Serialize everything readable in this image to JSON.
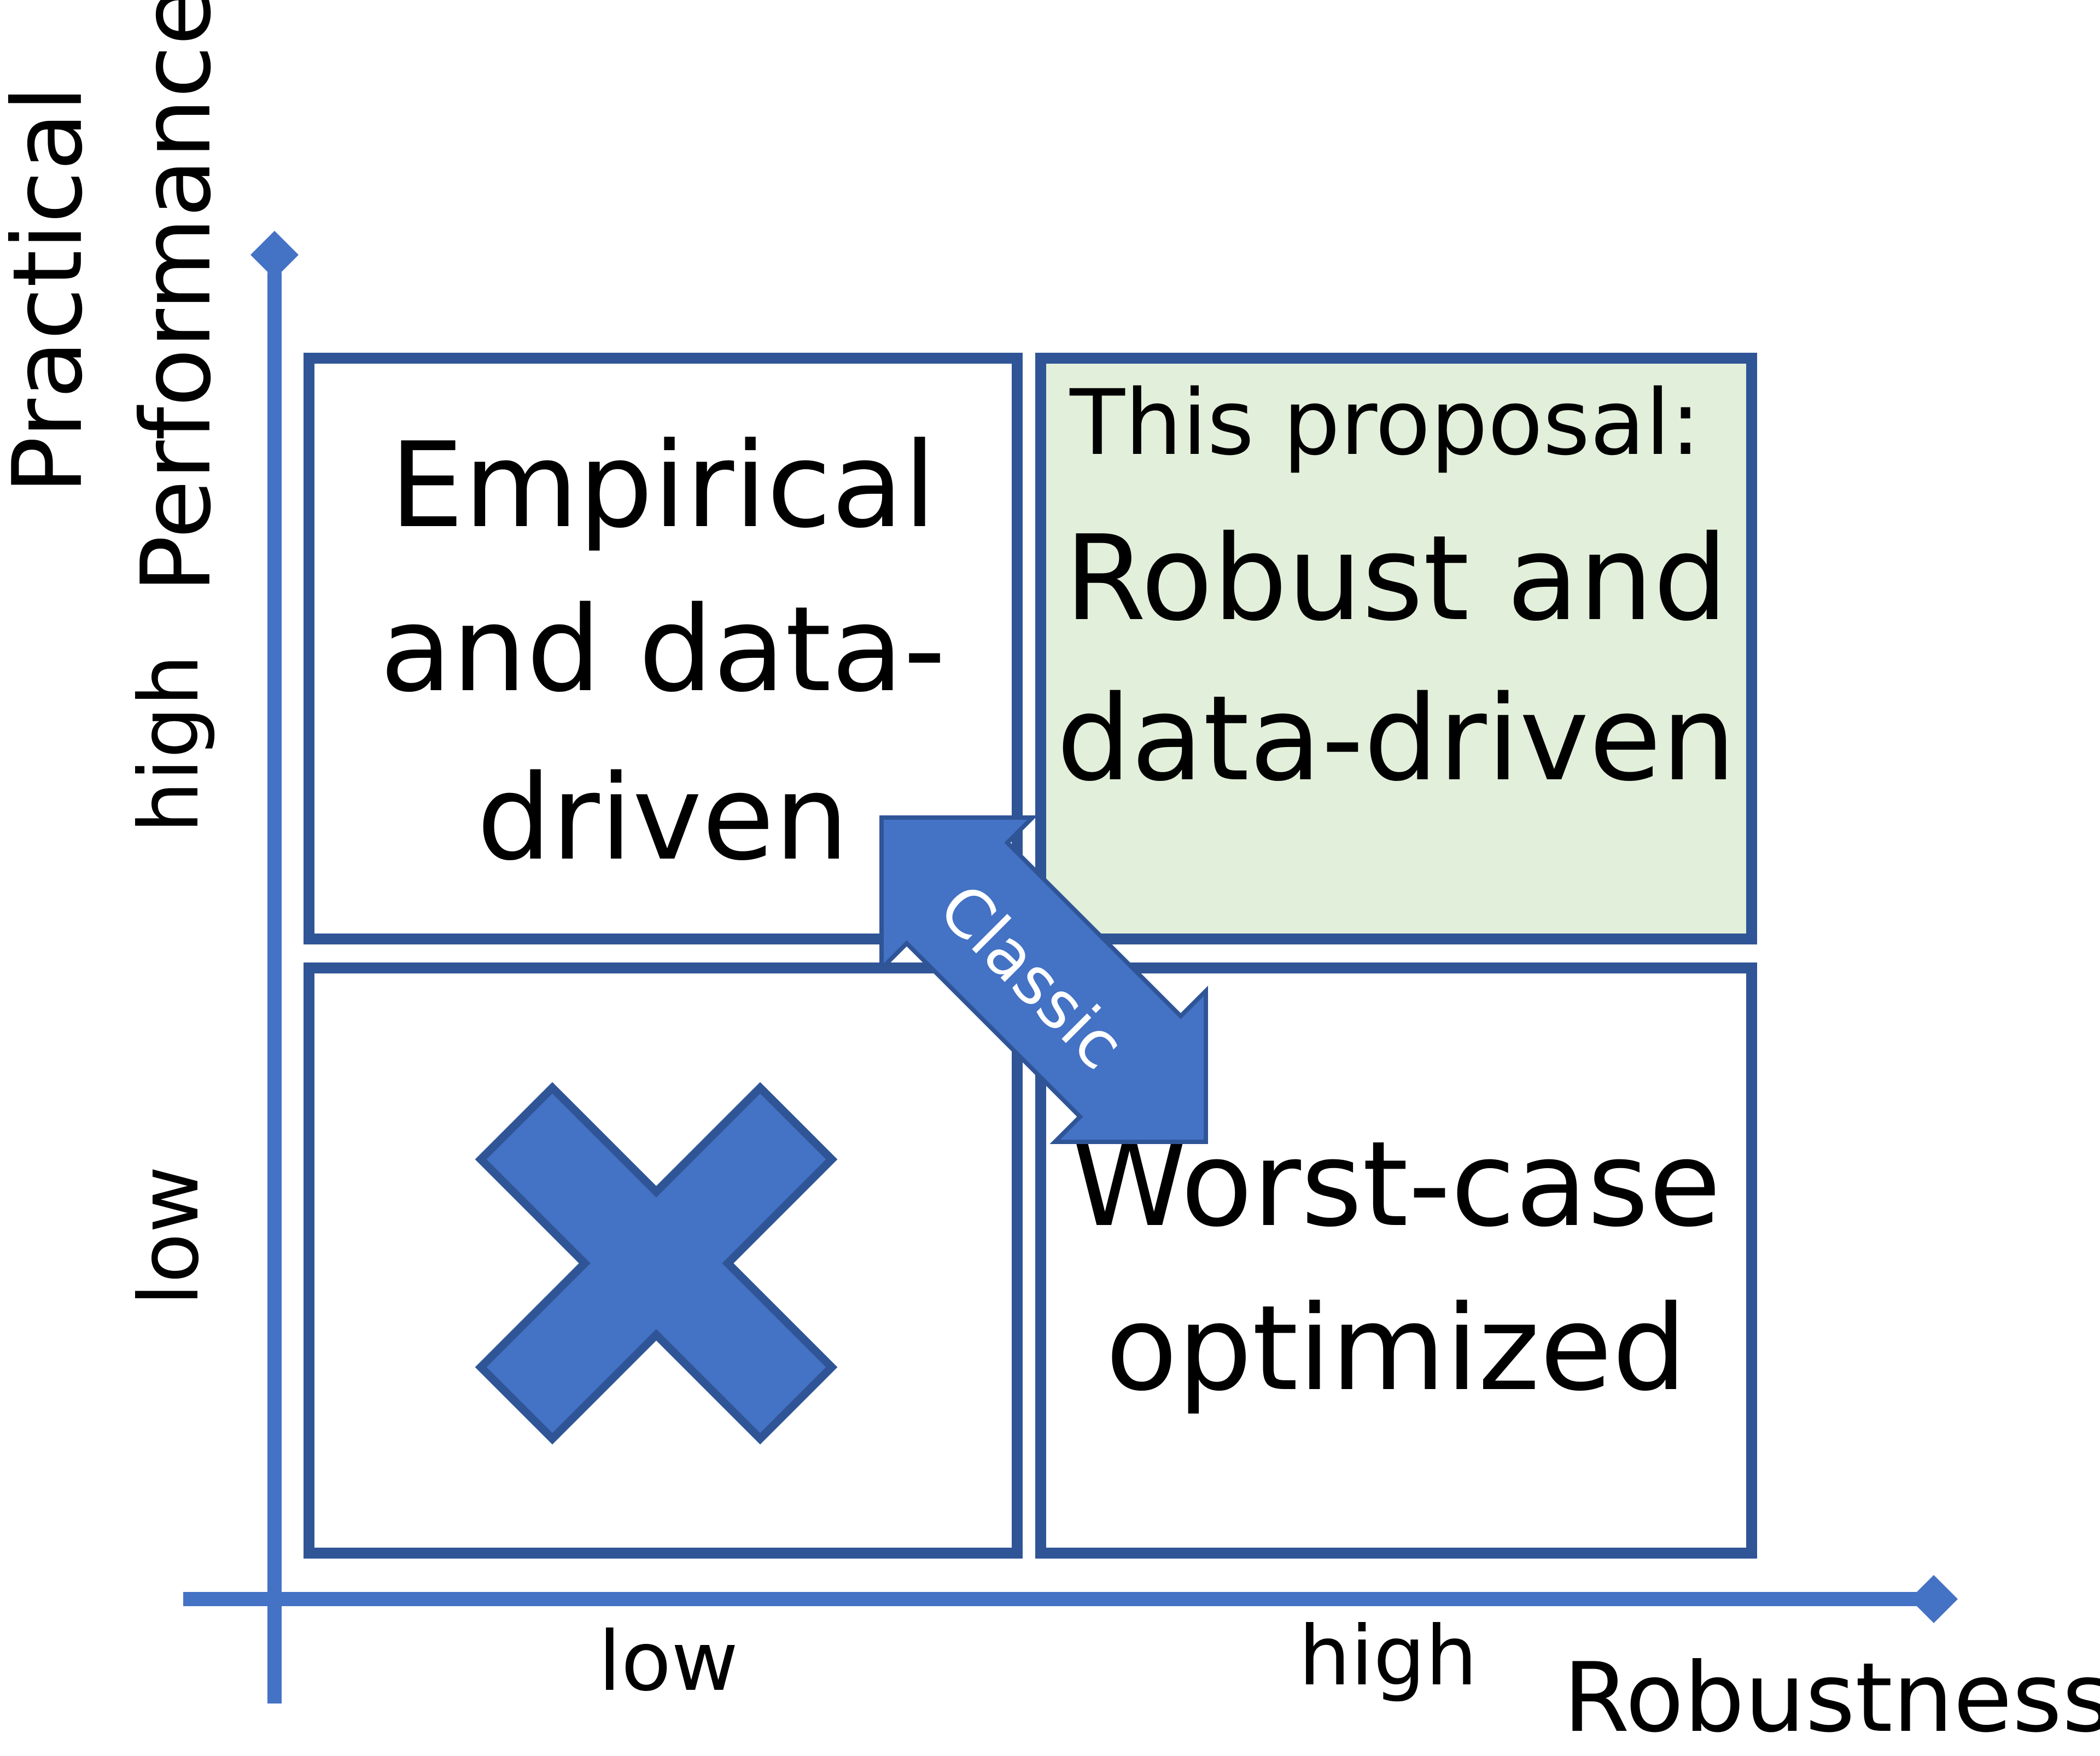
{
  "axes": {
    "y_title_line1": "Practical",
    "y_title_line2": "Performance",
    "y_tick_high": "high",
    "y_tick_low": "low",
    "x_title": "Robustness",
    "x_tick_low": "low",
    "x_tick_high": "high"
  },
  "quadrants": {
    "top_left": [
      "Empirical",
      "and data-",
      "driven"
    ],
    "top_right_caption": "This proposal:",
    "top_right": [
      "Robust and",
      "data-driven"
    ],
    "bottom_right": [
      "Worst-case",
      "optimized"
    ]
  },
  "arrow_label": "Classic",
  "bottom_left_icon": "x-cross-icon",
  "colors": {
    "axis": "#4472C4",
    "box_border": "#2F5597",
    "highlight_fill": "#E2EFDA",
    "arrow_fill": "#4472C4",
    "arrow_stroke": "#2F5597",
    "cross_fill": "#4472C4"
  }
}
